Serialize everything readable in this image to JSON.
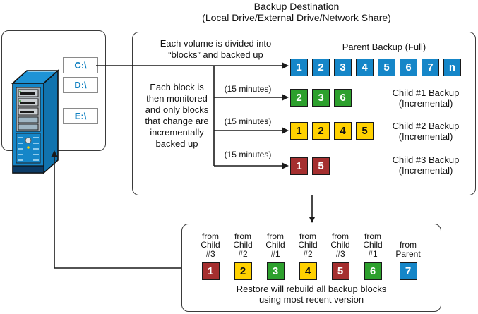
{
  "title": {
    "line1": "Backup Destination",
    "line2": "(Local Drive/External Drive/Network Share)"
  },
  "source": {
    "drives": [
      {
        "label": "C:\\"
      },
      {
        "label": "D:\\"
      },
      {
        "label": "E:\\"
      }
    ]
  },
  "diagram": {
    "note_top": "Each volume is divided into\n“blocks” and backed up",
    "note_side": "Each block is\nthen monitored\nand only blocks\nthat change are\nincrementally\nbacked up",
    "interval": "(15 minutes)",
    "rows": [
      {
        "title": "Parent Backup (Full)",
        "subtitle": "",
        "blocks": [
          {
            "n": "1",
            "color": "blue"
          },
          {
            "n": "2",
            "color": "blue"
          },
          {
            "n": "3",
            "color": "blue"
          },
          {
            "n": "4",
            "color": "blue"
          },
          {
            "n": "5",
            "color": "blue"
          },
          {
            "n": "6",
            "color": "blue"
          },
          {
            "n": "7",
            "color": "blue"
          },
          {
            "n": "n",
            "color": "blue"
          }
        ]
      },
      {
        "title": "Child #1 Backup",
        "subtitle": "(Incremental)",
        "blocks": [
          {
            "n": "2",
            "color": "green"
          },
          {
            "n": "3",
            "color": "green"
          },
          {
            "n": "6",
            "color": "green"
          }
        ]
      },
      {
        "title": "Child #2 Backup",
        "subtitle": "(Incremental)",
        "blocks": [
          {
            "n": "1",
            "color": "yellow"
          },
          {
            "n": "2",
            "color": "yellow"
          },
          {
            "n": "4",
            "color": "yellow"
          },
          {
            "n": "5",
            "color": "yellow"
          }
        ]
      },
      {
        "title": "Child #3 Backup",
        "subtitle": "(Incremental)",
        "blocks": [
          {
            "n": "1",
            "color": "red"
          },
          {
            "n": "5",
            "color": "red"
          }
        ]
      }
    ]
  },
  "restore": {
    "columns": [
      {
        "source": "from\nChild\n#3",
        "block": {
          "n": "1",
          "color": "red"
        }
      },
      {
        "source": "from\nChild\n#2",
        "block": {
          "n": "2",
          "color": "yellow"
        }
      },
      {
        "source": "from\nChild\n#1",
        "block": {
          "n": "3",
          "color": "green"
        }
      },
      {
        "source": "from\nChild\n#2",
        "block": {
          "n": "4",
          "color": "yellow"
        }
      },
      {
        "source": "from\nChild\n#3",
        "block": {
          "n": "5",
          "color": "red"
        }
      },
      {
        "source": "from\nChild\n#1",
        "block": {
          "n": "6",
          "color": "green"
        }
      },
      {
        "source": "from\nParent",
        "block": {
          "n": "7",
          "color": "blue"
        }
      }
    ],
    "caption": "Restore will rebuild all backup blocks\nusing most recent version"
  },
  "colors": {
    "blue": "#1586C8",
    "green": "#2DA02D",
    "yellow": "#FFD100",
    "red": "#A52F2F"
  }
}
